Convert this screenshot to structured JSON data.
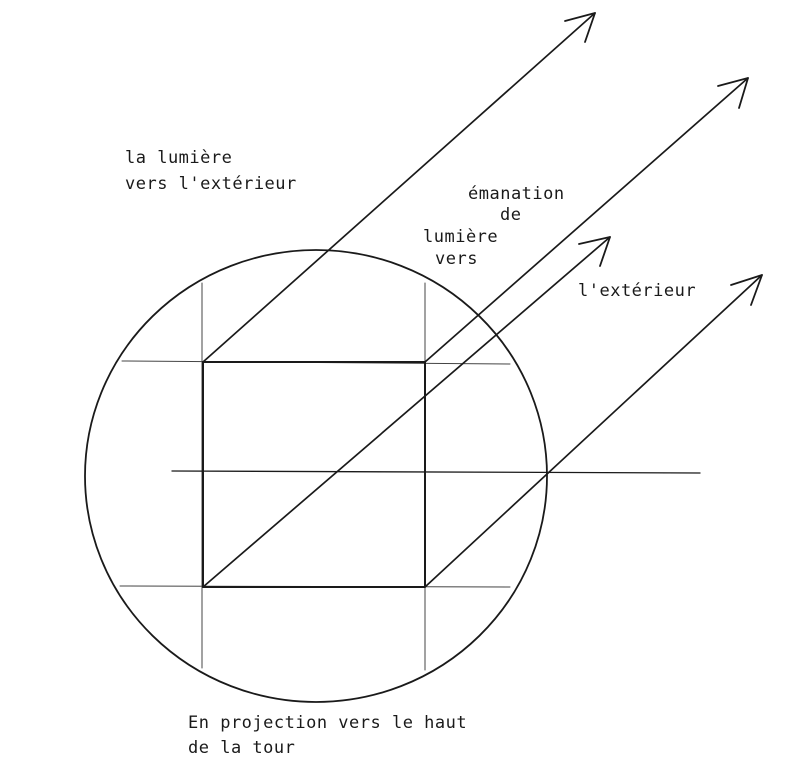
{
  "labels": {
    "light_outward_line1": "la lumière",
    "light_outward_line2": "vers l'extérieur",
    "emanation_line1": "émanation",
    "emanation_line2": "de",
    "emanation_line3": "lumière",
    "emanation_line4": "vers",
    "emanation_line5": "l'extérieur",
    "caption_line1": "En projection vers le haut",
    "caption_line2": "de la tour"
  },
  "colors": {
    "ink": "#1a1a1a",
    "paper": "#ffffff"
  }
}
